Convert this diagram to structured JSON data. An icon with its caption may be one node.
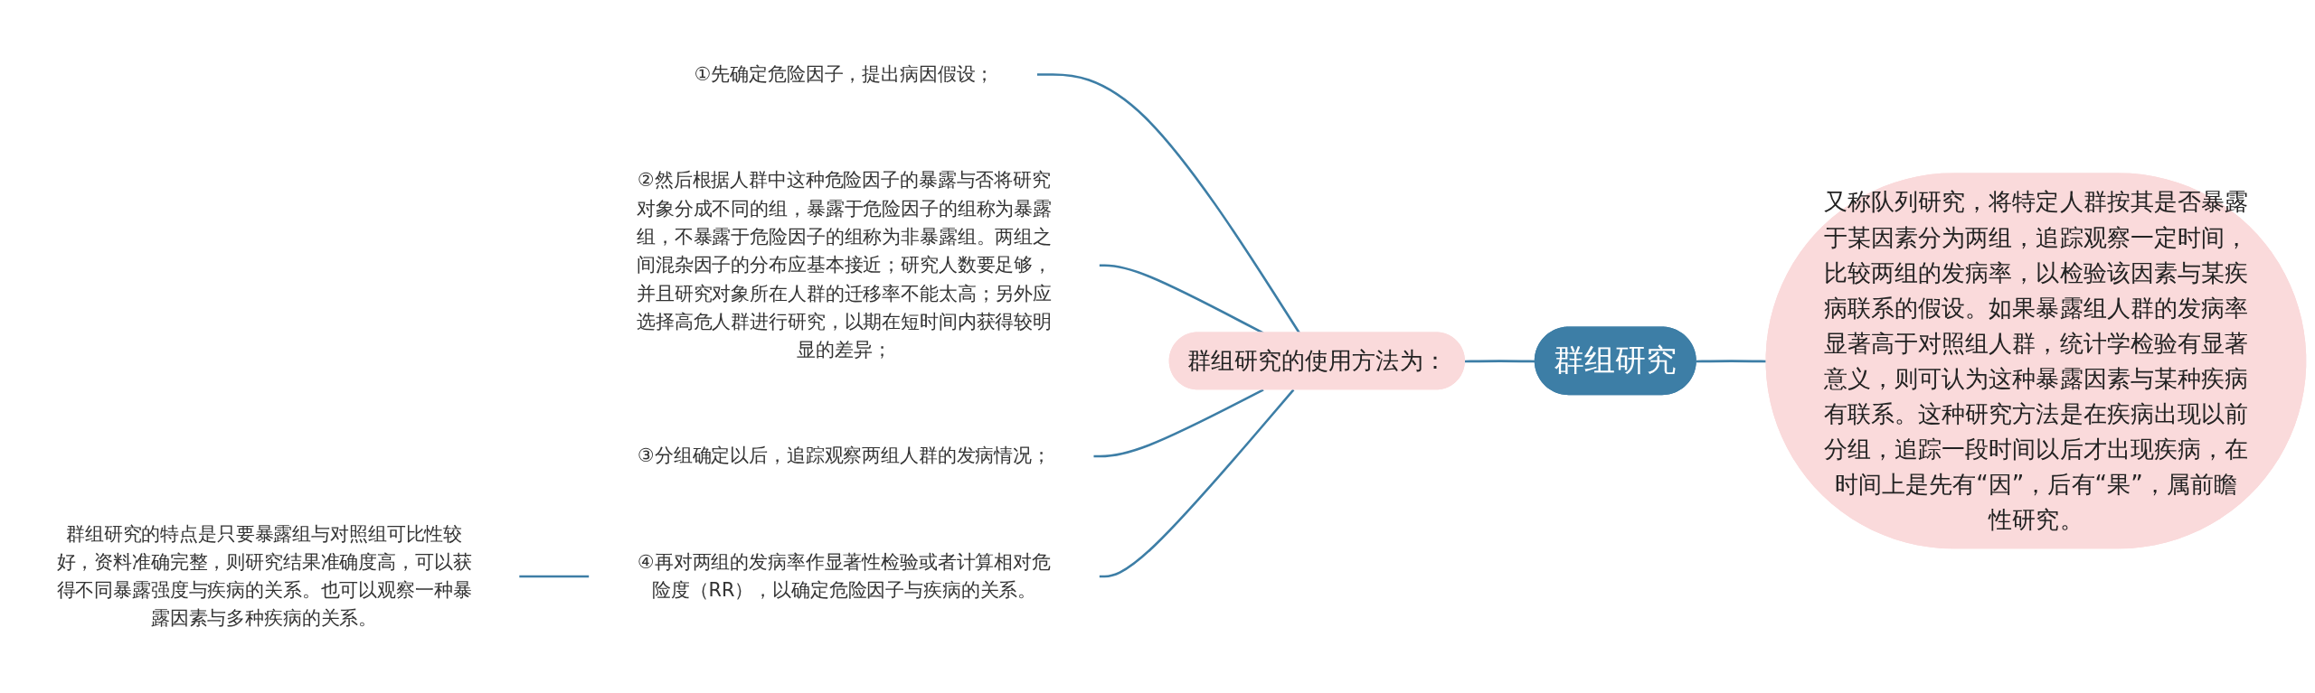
{
  "diagram": {
    "nodes": [
      {
        "text": [
          "群组研究"
        ]
      },
      {
        "text": [
          "群组研究的使用方法为："
        ]
      },
      {
        "text": [
          "又称队列研究，将特定人群按其是否暴露于某因素分为两组，追踪观察一定时间，比较两组的发病率，以检验该因素与某疾病联系的假设。如果暴露组人群的发病率显著高于对照组人群，统计学检验有显著意义，则可认为这种暴露因素与某种疾病有联系。这种研究方法是在疾病出现以前分组，追踪一段时间以后才出现疾病，在时间上是先有“因”，后有“果”，属前瞻性研究。"
        ]
      },
      {
        "text": [
          "①先确定危险因子，提出病因假设；"
        ]
      },
      {
        "text": [
          "②然后根据人群中这种危险因子的暴露与否将研究对象分成不同的组，暴露于危险因子的组称为暴露组，不暴露于危险因子的组称为非暴露组。两组之间混杂因子的分布应基本接近；研究人数要足够，并且研究对象所在人群的迁移率不能太高；另外应选择高危人群进行研究，以期在短时间内获得较明显的差异；"
        ]
      },
      {
        "text": [
          "③分组确定以后，追踪观察两组人群的发病情况；"
        ]
      },
      {
        "text": [
          "④再对两组的发病率作显著性检验或者计算相对危险度（RR），以确定危险因子与疾病的关系。"
        ]
      },
      {
        "text": [
          "群组研究的特点是只要暴露组与对照组可比性较好，资料准确完整，则研究结果准确度高，可以获得不同暴露强度与疾病的关系。也可以观察一种暴露因素与多种疾病的关系。"
        ]
      }
    ],
    "edges": [
      {
        "from": 0,
        "to": 1,
        "arrow": "none"
      },
      {
        "from": 0,
        "to": 2,
        "arrow": "none"
      },
      {
        "from": 1,
        "to": 3,
        "arrow": "none"
      },
      {
        "from": 1,
        "to": 4,
        "arrow": "none"
      },
      {
        "from": 1,
        "to": 5,
        "arrow": "none"
      },
      {
        "from": 1,
        "to": 6,
        "arrow": "none"
      },
      {
        "from": 6,
        "to": 7,
        "arrow": "none"
      }
    ]
  }
}
